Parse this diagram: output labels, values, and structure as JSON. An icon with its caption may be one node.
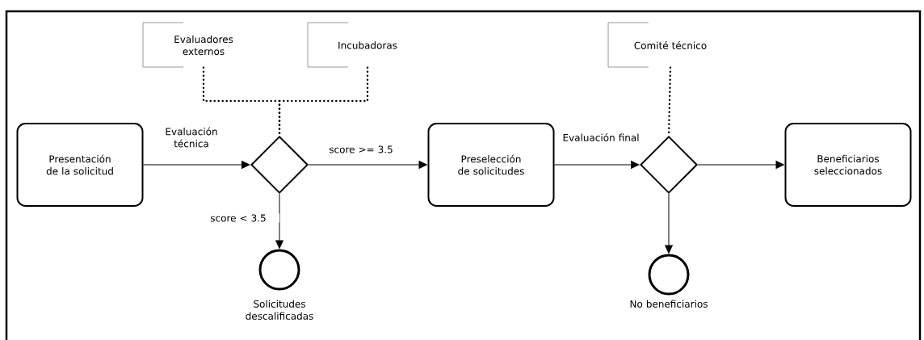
{
  "diagram": {
    "nodes": [
      {
        "text": [
          "Presentación de la solicitud"
        ]
      },
      {
        "text": [
          "Evaluadores externos"
        ]
      },
      {
        "text": [
          "Incubadoras"
        ]
      },
      {
        "text": [],
        "shape": "diamond"
      },
      {
        "text": [
          "Preselección de solicitudes"
        ]
      },
      {
        "text": [
          "Comité técnico"
        ]
      },
      {
        "text": [],
        "shape": "diamond"
      },
      {
        "text": [
          "Beneficiarios seleccionados"
        ]
      },
      {
        "text": [],
        "shape": "circle",
        "beside": [
          "Solicitudes descalificadas"
        ]
      },
      {
        "text": [],
        "shape": "circle",
        "beside": [
          "No beneficiarios"
        ]
      }
    ],
    "edges": [
      {
        "from": 0,
        "to": 3,
        "arrow": "to",
        "label": "Evaluación técnica"
      },
      {
        "from": 1,
        "to": 3,
        "arrow": "none",
        "style": "dashed"
      },
      {
        "from": 2,
        "to": 3,
        "arrow": "none",
        "style": "dashed"
      },
      {
        "from": 3,
        "to": 4,
        "arrow": "to",
        "label": "score >= 3.5"
      },
      {
        "from": 3,
        "to": 8,
        "arrow": "to",
        "label": "score < 3.5"
      },
      {
        "from": 4,
        "to": 6,
        "arrow": "to",
        "label": "Evaluación final"
      },
      {
        "from": 5,
        "to": 6,
        "arrow": "none",
        "style": "dashed"
      },
      {
        "from": 6,
        "to": 7,
        "arrow": "to"
      },
      {
        "from": 6,
        "to": 9,
        "arrow": "to"
      }
    ]
  }
}
